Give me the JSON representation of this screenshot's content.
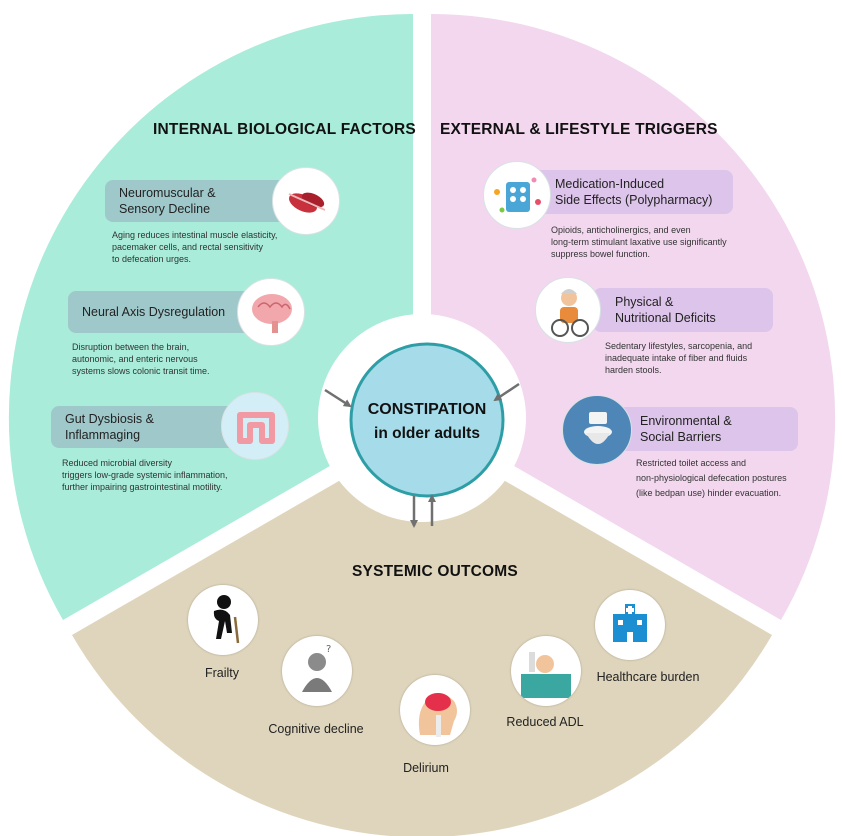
{
  "center": {
    "line1": "CONSTIPATION",
    "line2": "in older adults"
  },
  "colors": {
    "internal": "#a8ecd9",
    "external": "#f2d7ee",
    "outcomes": "#dfd5bc",
    "center": "#a6dbea",
    "center_ring": "#2e9ea6",
    "arrow": "#707070"
  },
  "internal": {
    "title": "INTERNAL BIOLOGICAL FACTORS",
    "items": [
      {
        "label1": "Neuromuscular &",
        "label2": "Sensory Decline",
        "icon": "muscle-icon",
        "desc": [
          "Aging reduces intestinal muscle elasticity,",
          "pacemaker cells, and rectal sensitivity",
          "to defecation urges."
        ]
      },
      {
        "label1": "Neural Axis Dysregulation",
        "label2": "",
        "icon": "brain-icon",
        "desc": [
          "Disruption between the brain,",
          "autonomic, and enteric nervous",
          "systems slows colonic transit time."
        ]
      },
      {
        "label1": "Gut Dysbiosis &",
        "label2": "Inflammaging",
        "icon": "intestine-icon",
        "desc": [
          "Reduced microbial diversity",
          "triggers low-grade systemic inflammation,",
          "further impairing gastrointestinal motility."
        ]
      }
    ]
  },
  "external": {
    "title": "EXTERNAL & LIFESTYLE TRIGGERS",
    "items": [
      {
        "label1": "Medication-Induced",
        "label2": "Side Effects (Polypharmacy)",
        "icon": "pills-icon",
        "desc": [
          "Opioids, anticholinergics, and even",
          "long-term stimulant laxative use significantly",
          "suppress bowel function."
        ]
      },
      {
        "label1": "Physical &",
        "label2": "Nutritional Deficits",
        "icon": "wheelchair-elder-icon",
        "desc": [
          "Sedentary lifestyles, sarcopenia, and",
          "inadequate intake of fiber and fluids",
          "harden stools."
        ]
      },
      {
        "label1": "Environmental &",
        "label2": "Social Barriers",
        "icon": "toilet-icon",
        "desc": [
          "Restricted toilet access and",
          "non-physiological defecation postures",
          "(like bedpan use) hinder evacuation."
        ]
      }
    ]
  },
  "outcomes": {
    "title": "SYSTEMIC OUTCOMS",
    "items": [
      {
        "label": "Frailty",
        "icon": "elder-cane-icon"
      },
      {
        "label": "Cognitive decline",
        "icon": "confused-elder-icon"
      },
      {
        "label": "Delirium",
        "icon": "head-brain-icon"
      },
      {
        "label": "Reduced ADL",
        "icon": "bedridden-patient-icon"
      },
      {
        "label": "Healthcare burden",
        "icon": "hospital-icon"
      }
    ]
  }
}
